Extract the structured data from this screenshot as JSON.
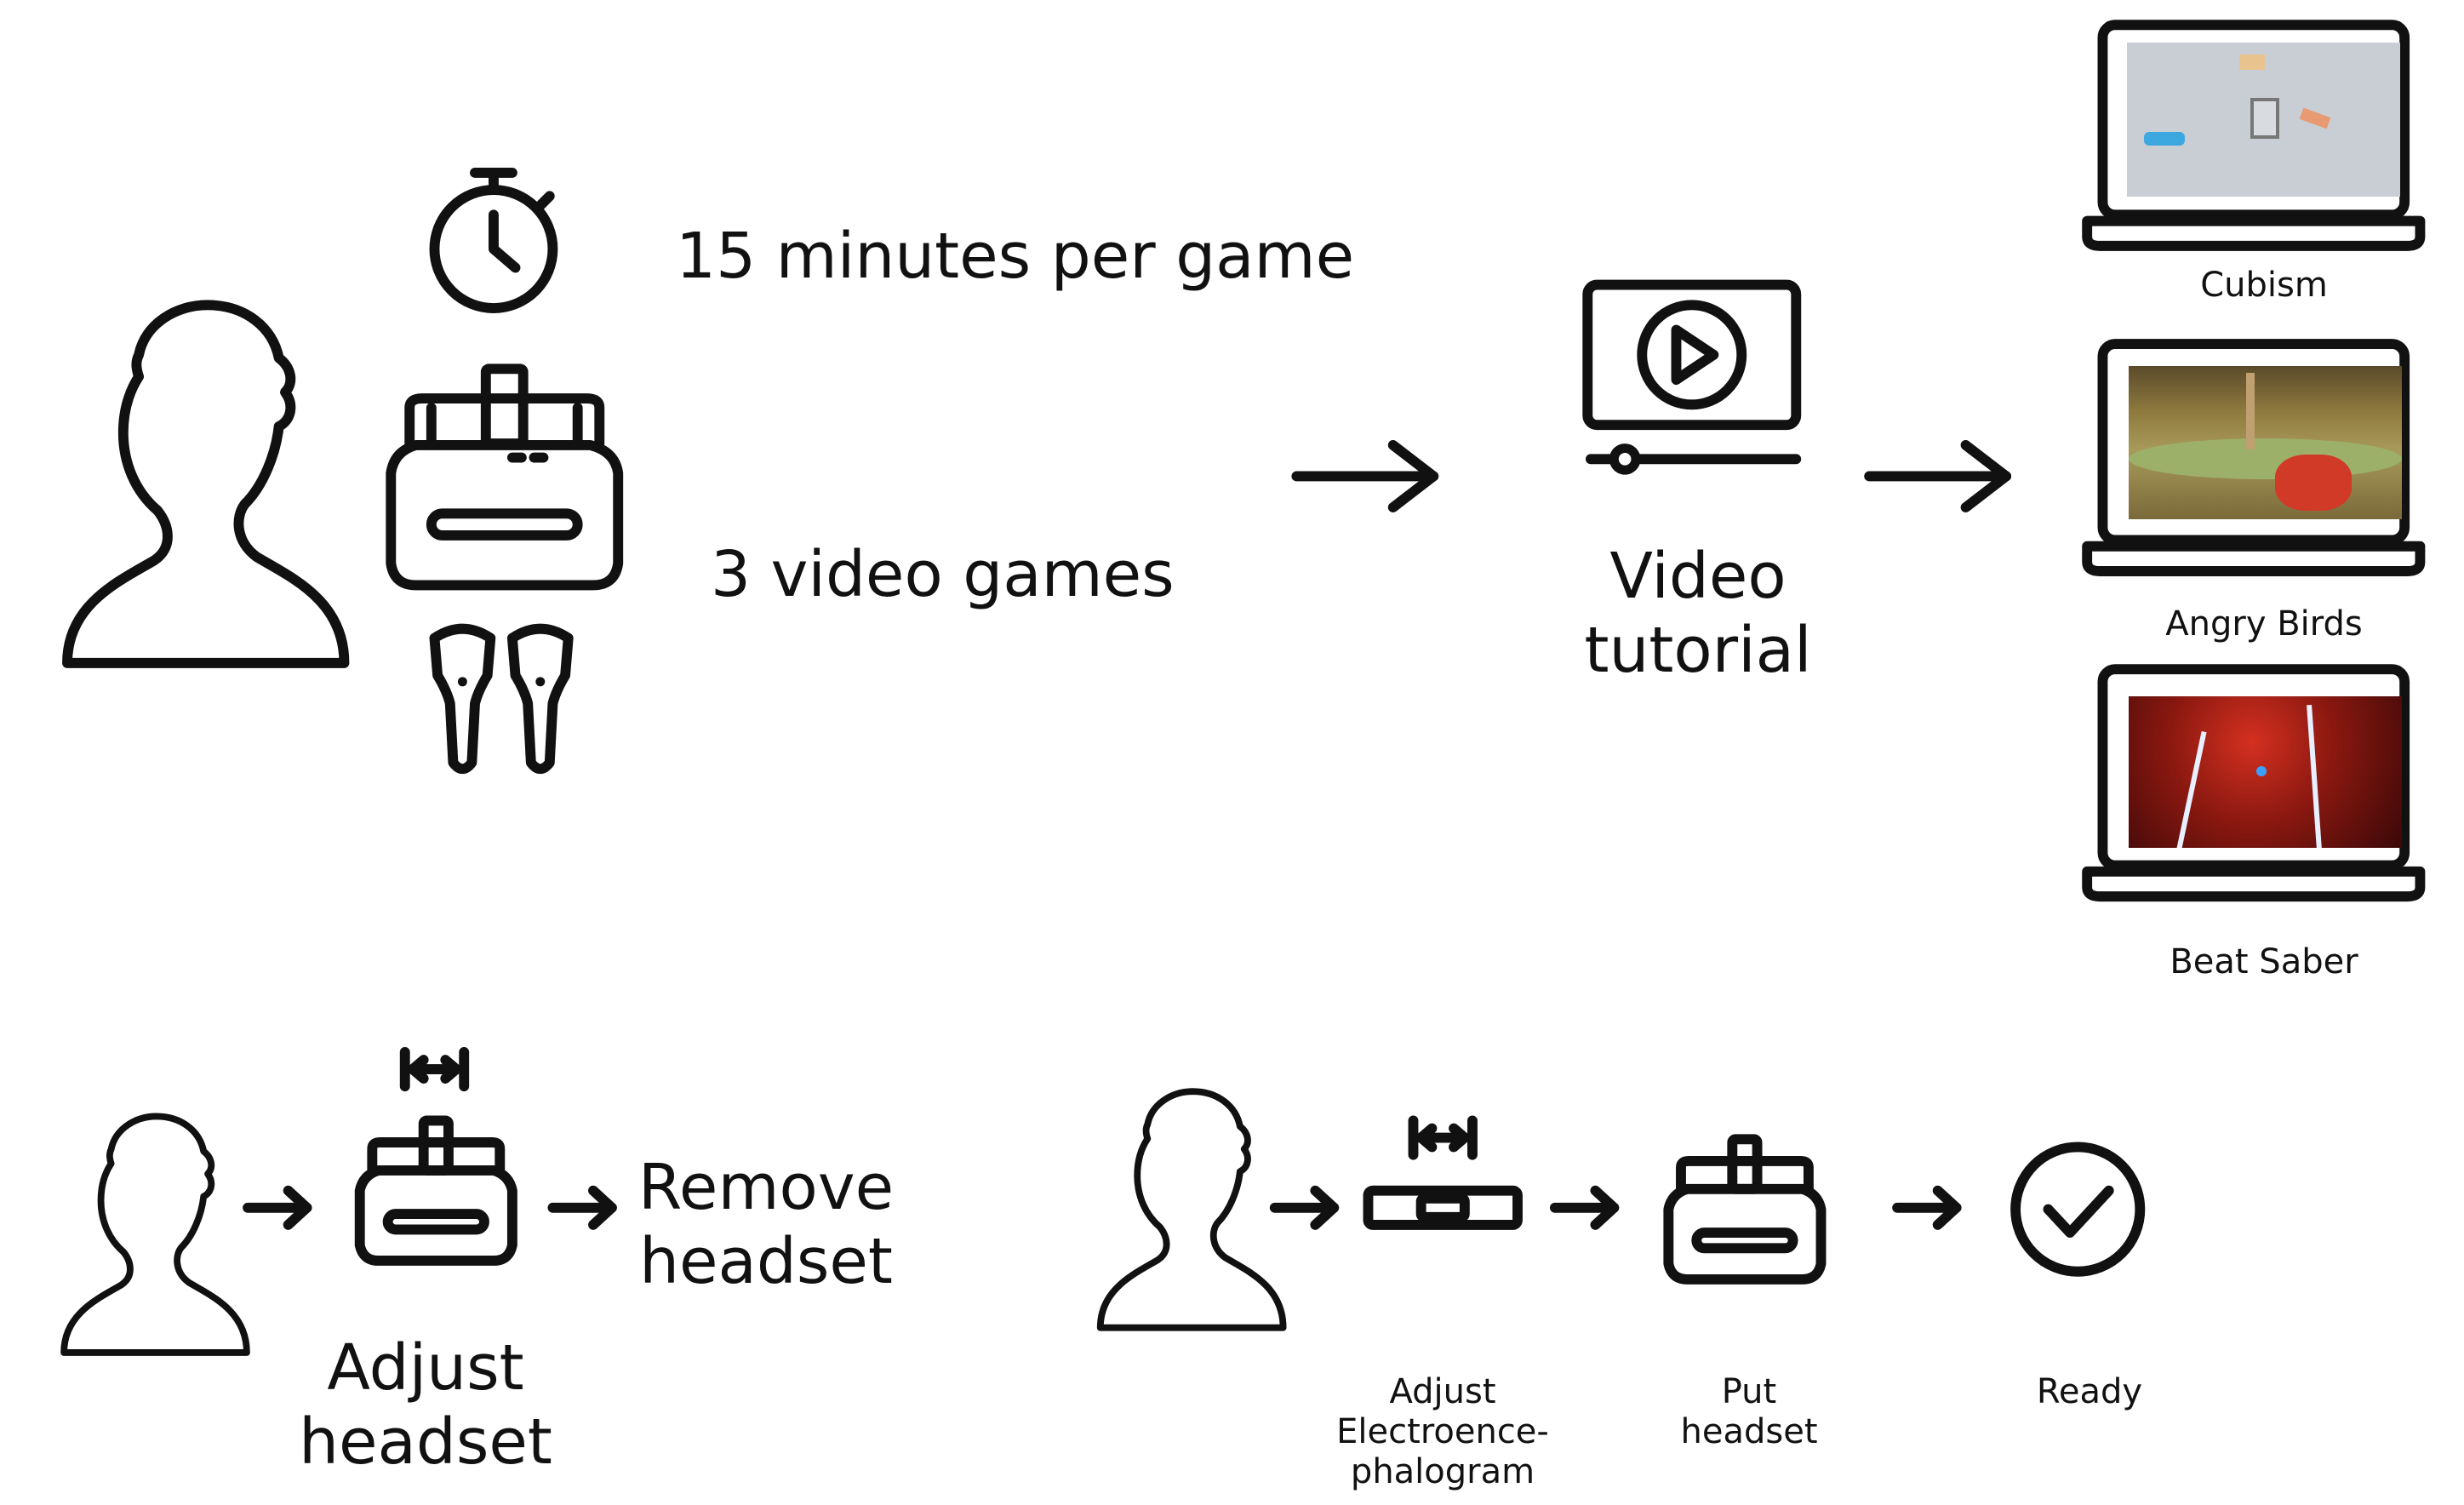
{
  "top_flow": {
    "duration_text": "15 minutes per game",
    "games_count_text": "3 video games",
    "tutorial_label_line1": "Video",
    "tutorial_label_line2": "tutorial",
    "games": [
      {
        "label": "Cubism"
      },
      {
        "label": "Angry Birds"
      },
      {
        "label": "Beat Saber"
      }
    ]
  },
  "bottom_left_flow": {
    "remove_label_line1": "Remove",
    "remove_label_line2": "headset",
    "adjust_label_line1": "Adjust",
    "adjust_label_line2": "headset"
  },
  "bottom_right_flow": {
    "eeg_label_line1": "Adjust",
    "eeg_label_line2": "Electroence-",
    "eeg_label_line3": "phalogram",
    "put_label_line1": "Put",
    "put_label_line2": "headset",
    "ready_label": "Ready"
  },
  "icons": {
    "person": "person-silhouette-icon",
    "timer": "stopwatch-icon",
    "headset": "vr-headset-icon",
    "controllers": "vr-controllers-icon",
    "video": "video-play-icon",
    "laptop": "laptop-icon",
    "eeg": "eeg-band-icon",
    "ready": "checkmark-circle-icon"
  }
}
